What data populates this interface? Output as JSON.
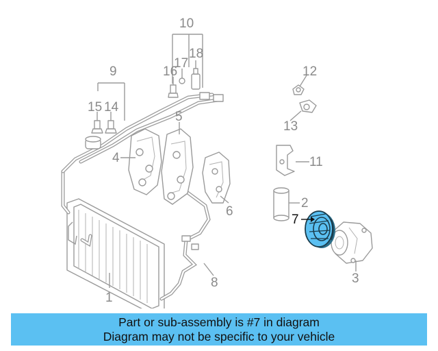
{
  "diagram": {
    "labels": {
      "p1": "1",
      "p2": "2",
      "p3": "3",
      "p4": "4",
      "p5": "5",
      "p6": "6",
      "p7": "7",
      "p8": "8",
      "p9": "9",
      "p10": "10",
      "p11": "11",
      "p12": "12",
      "p13": "13",
      "p14": "14",
      "p15": "15",
      "p16": "16",
      "p17": "17",
      "p18": "18"
    },
    "highlight_part": "7",
    "colors": {
      "highlight": "#5bc0f2",
      "lines": "#9a9a9a",
      "banner": "#5bc0f2"
    }
  },
  "banner": {
    "line1": "Part or sub-assembly is #7 in diagram",
    "line2": "Diagram may not be specific to your vehicle"
  }
}
